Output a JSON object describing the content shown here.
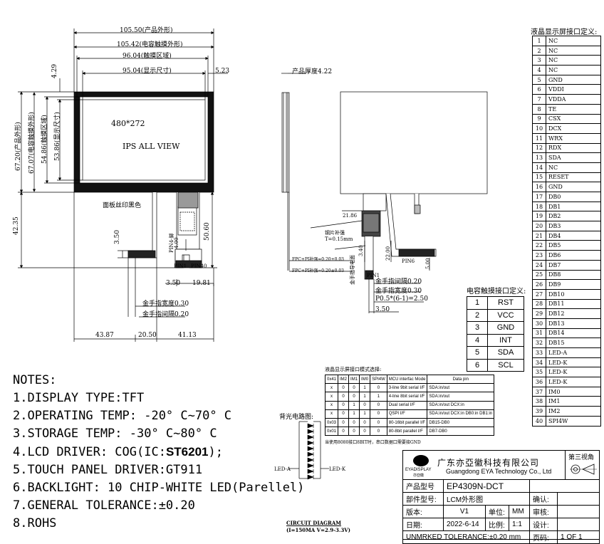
{
  "dims": {
    "product_width": "105.50(产品外形)",
    "touch_width": "105.42(电容触摸外形)",
    "touch_area_width": "96.04(触摸区域)",
    "display_width": "95.04(显示尺寸)",
    "right_offset": "5.23",
    "top_offset": "4.29",
    "product_height": "67.20(产品外形)",
    "touch_height": "67.07(电容触摸外形)",
    "touch_area_height": "54.86(触摸区域)",
    "display_height": "53.86(显示尺寸)",
    "fpc_length": "42.35",
    "fpc_offset": "3.50",
    "fpc_len2": "50.60",
    "pin_label": "PIN4-脚",
    "pin_4": "4.00",
    "pin1_a": "PIN1",
    "pin40_a": "PIN40",
    "pin1_b": "PIN1",
    "pin6_b": "PIN6",
    "gap_350": "3.50",
    "gap_1981": "19.81",
    "gold_width_left": "金手指宽度0.30",
    "gold_pitch_left": "金手指间隔0.20",
    "bottom_left": "43.87",
    "bottom_mid": "20.50",
    "bottom_right": "41.13",
    "panel_label": "面板丝印黑色",
    "product_thick": "产品厚度4.22",
    "side_dim": "21.86",
    "steel_label": "钢片补强",
    "steel_t": "T=0.15mm",
    "gold_guide": "金手指导电面",
    "d_340": "3.40",
    "d_2200": "22.00",
    "d_500": "5.00",
    "fpc_note1": "FPC+PI补强=0.20±0.03",
    "fpc_note2": "FPC+PI补强=0.20±0.03",
    "gold_pitch_right": "金手指间隔0.20",
    "gold_width_right": "金手指宽度0.30",
    "pitch_formula": "P0.5*(6-1)=2.50",
    "d_350b": "3.50"
  },
  "display": {
    "resolution": "480*272",
    "mode": "IPS  ALL VIEW"
  },
  "notes": {
    "title": "NOTES:",
    "items": [
      "1.DISPLAY TYPE:TFT",
      "2.OPERATING TEMP: -20° C~70° C",
      "3.STORAGE TEMP: -30° C~80° C",
      "4.LCD DRIVER: COG(IC:",
      "5.TOUCH PANEL DRIVER:GT911",
      "6.BACKLIGHT: 10 CHIP-WHITE LED(Parellel)",
      "7.GENERAL TOLERANCE:±0.20",
      "8.ROHS"
    ],
    "ic": "ST6201",
    "ic_tail": ");"
  },
  "lcd_pins": {
    "title": "液晶显示屏接口定义:",
    "rows": [
      [
        "1",
        "NC"
      ],
      [
        "2",
        "NC"
      ],
      [
        "3",
        "NC"
      ],
      [
        "4",
        "NC"
      ],
      [
        "5",
        "GND"
      ],
      [
        "6",
        "VDDI"
      ],
      [
        "7",
        "VDDA"
      ],
      [
        "8",
        "TE"
      ],
      [
        "9",
        "CSX"
      ],
      [
        "10",
        "DCX"
      ],
      [
        "11",
        "WRX"
      ],
      [
        "12",
        "RDX"
      ],
      [
        "13",
        "SDA"
      ],
      [
        "14",
        "NC"
      ],
      [
        "15",
        "RESET"
      ],
      [
        "16",
        "GND"
      ],
      [
        "17",
        "DB0"
      ],
      [
        "18",
        "DB1"
      ],
      [
        "19",
        "DB2"
      ],
      [
        "20",
        "DB3"
      ],
      [
        "21",
        "DB4"
      ],
      [
        "22",
        "DB5"
      ],
      [
        "23",
        "DB6"
      ],
      [
        "24",
        "DB7"
      ],
      [
        "25",
        "DB8"
      ],
      [
        "26",
        "DB9"
      ],
      [
        "27",
        "DB10"
      ],
      [
        "28",
        "DB11"
      ],
      [
        "29",
        "DB12"
      ],
      [
        "30",
        "DB13"
      ],
      [
        "31",
        "DB14"
      ],
      [
        "32",
        "DB15"
      ],
      [
        "33",
        "LED-A"
      ],
      [
        "34",
        "LED-K"
      ],
      [
        "35",
        "LED-K"
      ],
      [
        "36",
        "LED-K"
      ],
      [
        "37",
        "IM0"
      ],
      [
        "38",
        "IM1"
      ],
      [
        "39",
        "IM2"
      ],
      [
        "40",
        "SPI4W"
      ]
    ]
  },
  "tp_pins": {
    "title": "电容触摸接口定义:",
    "rows": [
      [
        "1",
        "RST"
      ],
      [
        "2",
        "VCC"
      ],
      [
        "3",
        "GND"
      ],
      [
        "4",
        "INT"
      ],
      [
        "5",
        "SDA"
      ],
      [
        "6",
        "SCL"
      ]
    ]
  },
  "mode_table": {
    "title": "液晶显示屏接口模式选择:",
    "headers": [
      "0x41",
      "IM2",
      "IM1",
      "IM0",
      "SPI4W",
      "MCU interfac Mode",
      "Data pin"
    ],
    "rows": [
      [
        "x",
        "0",
        "0",
        "1",
        "0",
        "3-line 9bit serial I/F",
        "SDA:in/out"
      ],
      [
        "x",
        "0",
        "0",
        "1",
        "1",
        "4-line 8bit serial I/F",
        "SDA:in/out"
      ],
      [
        "x",
        "0",
        "1",
        "0",
        "0",
        "Dual serial I/F",
        "SDA:in/out DCX:in"
      ],
      [
        "x",
        "0",
        "1",
        "1",
        "0",
        "QSPI I/F",
        "SDA:in/out DCX:in DB0:in DB1:in"
      ],
      [
        "0x03",
        "0",
        "0",
        "0",
        "0",
        "80-16bit parallel I/F",
        "DB15-DB0"
      ],
      [
        "0x01",
        "0",
        "0",
        "0",
        "0",
        "80-8bit parallel I/F",
        "DB7-DB0"
      ]
    ],
    "note": "当使用8080接口8BIT时，串口数据口需要接GND"
  },
  "circuit": {
    "title": "背光电路图:",
    "led_a": "LED-A",
    "led_k": "LED-K",
    "caption": "CIRCUIT DIAGRAM",
    "spec": "(I=150MA V=2.9-3.3V)"
  },
  "title_block": {
    "company_cn": "广东亦亞徽科技有限公司",
    "company_en": "Guangdong EYA Technology Co., Ltd",
    "logo_text": "EYADISPLAY",
    "logo_sub": "亦亞徽",
    "projection": "第三视角",
    "model_label": "产品型号",
    "model": "EP4309N-DCT",
    "drawing_label": "部件型号:",
    "drawing": "LCM外形图",
    "confirm": "确认:",
    "version_label": "版本:",
    "version": "V1",
    "unit_label": "单位:",
    "unit": "MM",
    "review": "审核:",
    "date_label": "日期:",
    "date": "2022-6-14",
    "scale_label": "比例:",
    "scale": "1:1",
    "design": "设计:",
    "tolerance": "UNMRKED  TOLERANCE:±0.20  mm",
    "page_label": "页码:",
    "page": "1 OF 1"
  }
}
